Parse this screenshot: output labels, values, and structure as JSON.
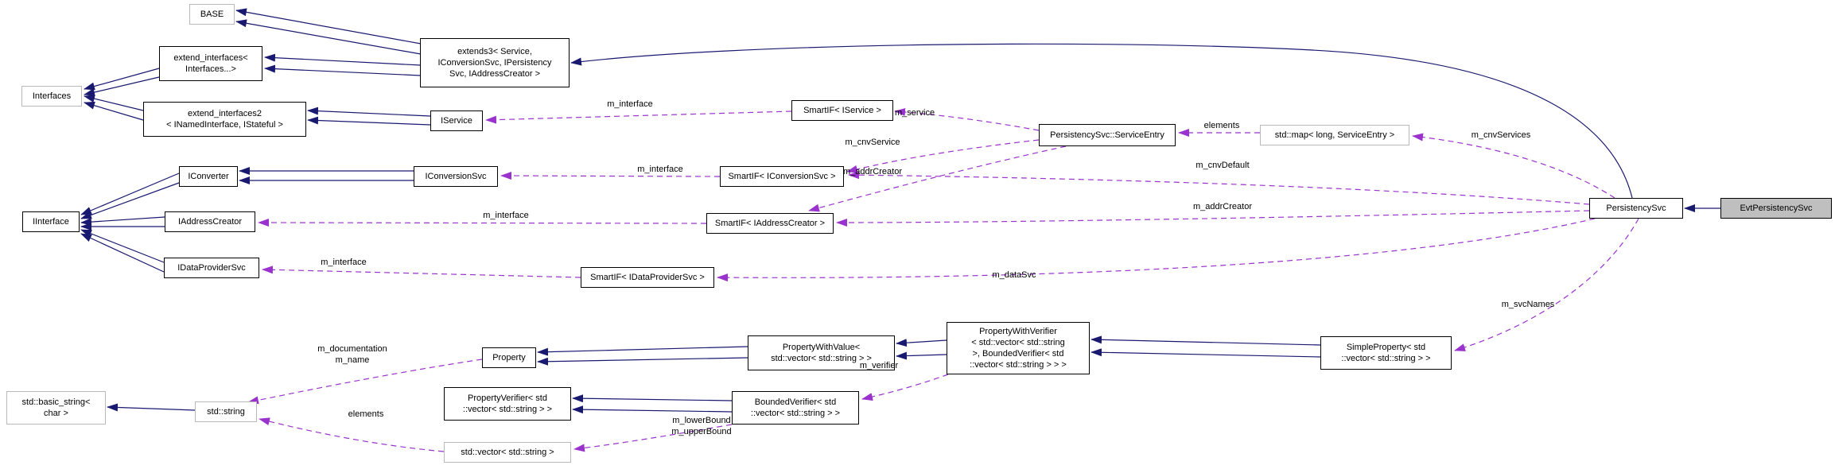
{
  "diagram": {
    "root_class": "EvtPersistencySvc",
    "colors": {
      "inheritance_edge": "#191970",
      "usage_edge": "#9a32cd",
      "current_node_fill": "#bfbfbf",
      "class_node_border": "#000000",
      "external_node_border": "#b9b9b9"
    },
    "nodes": {
      "base": {
        "label": "BASE"
      },
      "extend_interfaces": {
        "label": "extend_interfaces<\nInterfaces...>"
      },
      "interfaces": {
        "label": "Interfaces"
      },
      "extends3": {
        "label": "extends3< Service,\nIConversionSvc, IPersistency\nSvc, IAddressCreator >"
      },
      "extend_interfaces2": {
        "label": "extend_interfaces2\n< INamedInterface, IStateful >"
      },
      "iservice": {
        "label": "IService"
      },
      "iconverter": {
        "label": "IConverter"
      },
      "iconversionsvc": {
        "label": "IConversionSvc"
      },
      "iinterface": {
        "label": "IInterface"
      },
      "iaddresscreator": {
        "label": "IAddressCreator"
      },
      "idataprovidersvc": {
        "label": "IDataProviderSvc"
      },
      "smartif_iservice": {
        "label": "SmartIF< IService >"
      },
      "serviceentry": {
        "label": "PersistencySvc::ServiceEntry"
      },
      "stdmap": {
        "label": "std::map< long, ServiceEntry >"
      },
      "smartif_iconversionsvc": {
        "label": "SmartIF< IConversionSvc >"
      },
      "smartif_iaddresscreator": {
        "label": "SmartIF< IAddressCreator >"
      },
      "smartif_idataprovidersvc": {
        "label": "SmartIF< IDataProviderSvc >"
      },
      "persistencysvc": {
        "label": "PersistencySvc"
      },
      "evtpersistencysvc": {
        "label": "EvtPersistencySvc"
      },
      "property": {
        "label": "Property"
      },
      "propertywithvalue": {
        "label": "PropertyWithValue<\nstd::vector< std::string > >"
      },
      "propertywithverifier": {
        "label": "PropertyWithVerifier\n< std::vector< std::string\n >, BoundedVerifier< std\n::vector< std::string > > >"
      },
      "simpleproperty": {
        "label": "SimpleProperty< std\n::vector< std::string > >"
      },
      "basic_string": {
        "label": "std::basic_string<\nchar >"
      },
      "stdstring": {
        "label": "std::string"
      },
      "propertyverifier": {
        "label": "PropertyVerifier< std\n::vector< std::string > >"
      },
      "boundedverifier": {
        "label": "BoundedVerifier< std\n::vector< std::string > >"
      },
      "stdvector": {
        "label": "std::vector< std::string >"
      }
    },
    "edge_labels": {
      "m_interface_iservice": {
        "text": "m_interface"
      },
      "m_service": {
        "text": "m_service"
      },
      "m_cnvService": {
        "text": "m_cnvService"
      },
      "m_addrCreator_entry": {
        "text": "m_addrCreator"
      },
      "m_interface_iconversionsvc": {
        "text": "m_interface"
      },
      "m_interface_iaddresscreator": {
        "text": "m_interface"
      },
      "m_interface_idataprovidersvc": {
        "text": "m_interface"
      },
      "elements_map": {
        "text": "elements"
      },
      "m_cnvServices": {
        "text": "m_cnvServices"
      },
      "m_cnvDefault": {
        "text": "m_cnvDefault"
      },
      "m_addrCreator_psvc": {
        "text": "m_addrCreator"
      },
      "m_dataSvc": {
        "text": "m_dataSvc"
      },
      "m_svcNames": {
        "text": "m_svcNames"
      },
      "m_documentation_name": {
        "text": "m_documentation\nm_name"
      },
      "elements_vector": {
        "text": "elements"
      },
      "m_bounds": {
        "text": "m_lowerBound\nm_upperBound"
      },
      "m_verifier": {
        "text": "m_verifier"
      }
    }
  }
}
